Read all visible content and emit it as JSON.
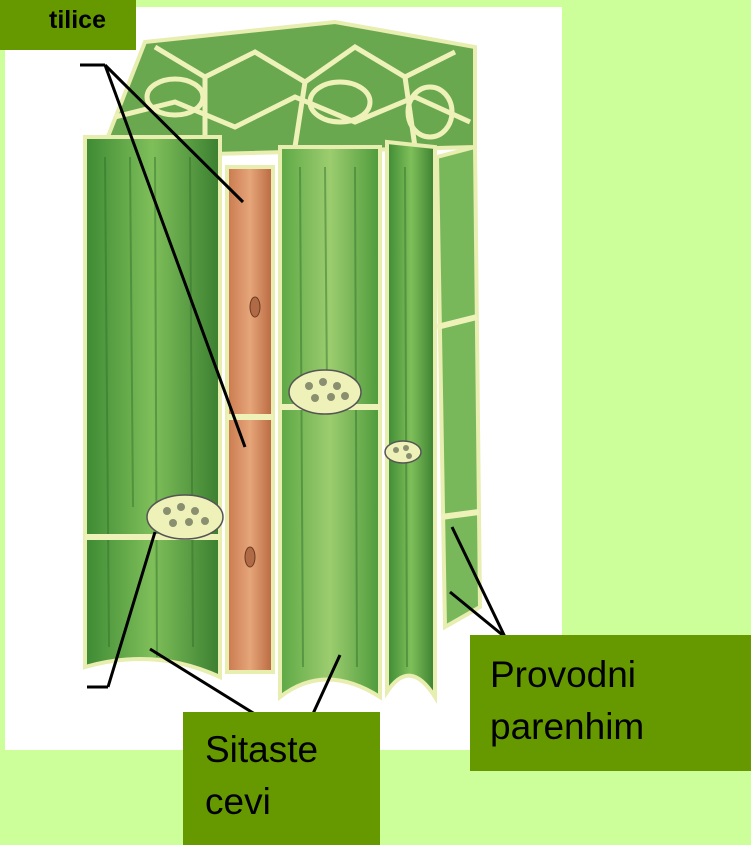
{
  "labels": {
    "top": "tilice",
    "sitaste_line1": "Sitaste",
    "sitaste_line2": "cevi",
    "provodni_line1": "Provodni",
    "provodni_line2": "parenhim"
  },
  "colors": {
    "background": "#ccff99",
    "label_box": "#669900",
    "tissue_green": "#4f9a3a",
    "tissue_dark": "#2f6f2a",
    "cell_wall": "#e8edb0",
    "companion_cell": "#d58a5a",
    "leader_line": "#000000"
  }
}
